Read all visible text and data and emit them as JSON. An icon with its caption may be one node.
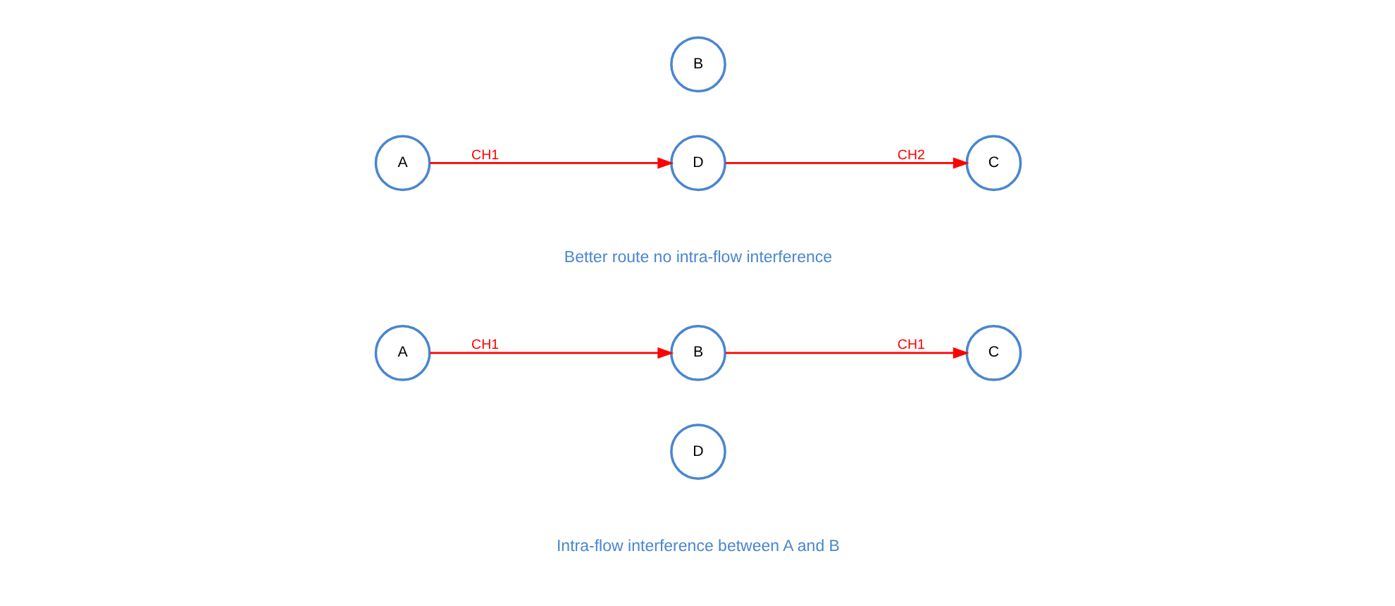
{
  "diagram": {
    "nodes": [
      {
        "text": [
          "B"
        ]
      },
      {
        "text": [
          "A"
        ]
      },
      {
        "text": [
          "C"
        ]
      },
      {
        "text": [
          "D"
        ]
      },
      {
        "text": [
          "B"
        ]
      },
      {
        "text": [
          "A"
        ]
      },
      {
        "text": [
          "C"
        ]
      },
      {
        "text": [
          "D"
        ]
      }
    ],
    "edges": [
      {
        "from": 1,
        "to": 0,
        "arrow": "to",
        "label": "CH1"
      },
      {
        "from": 0,
        "to": 2,
        "arrow": "to",
        "label": "CH1"
      },
      {
        "from": 5,
        "to": 7,
        "arrow": "to",
        "label": "CH1"
      },
      {
        "from": 7,
        "to": 6,
        "arrow": "to",
        "label": "CH2"
      }
    ],
    "labels": [
      "Intra-flow interference between A and B",
      "Better route no intra-flow interference"
    ]
  }
}
